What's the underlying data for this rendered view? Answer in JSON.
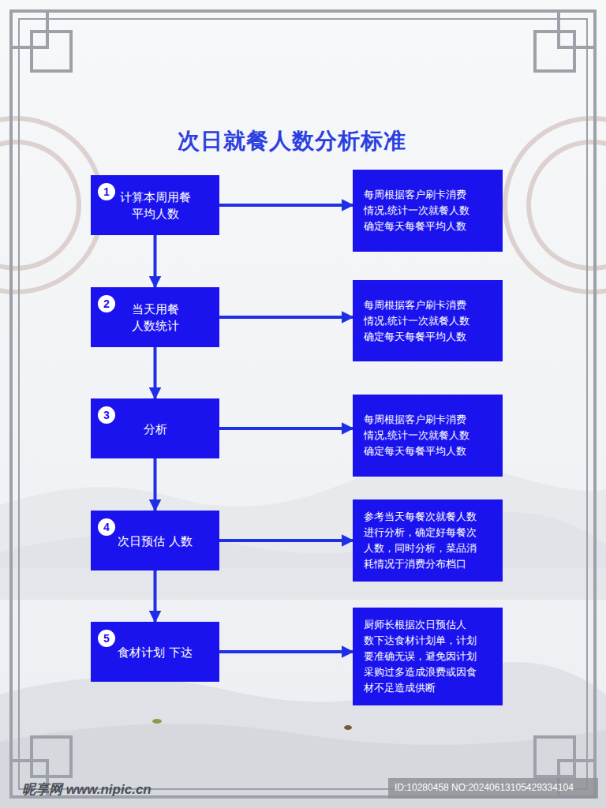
{
  "diagram": {
    "title": "次日就餐人数分析标准",
    "nodes": [
      {
        "text": [
          "1",
          "计算本周用餐 平均人数"
        ]
      },
      {
        "text": [
          "每周根据客户刷卡消费 情况,统计一次就餐人数 确定每天每餐平均人数"
        ]
      },
      {
        "text": [
          "2",
          "当天用餐 人数统计"
        ]
      },
      {
        "text": [
          "每周根据客户刷卡消费 情况,统计一次就餐人数 确定每天每餐平均人数"
        ]
      },
      {
        "text": [
          "3",
          "分析"
        ]
      },
      {
        "text": [
          "每周根据客户刷卡消费 情况,统计一次就餐人数 确定每天每餐平均人数"
        ]
      },
      {
        "text": [
          "4",
          "次日预估 人数"
        ]
      },
      {
        "text": [
          "参考当天每餐次就餐人数 进行分析，确定好每餐次 人数，同时分析，菜品消 耗情况于消费分布档口"
        ]
      },
      {
        "text": [
          "5",
          "食材计划 下达"
        ]
      },
      {
        "text": [
          "厨师长根据次日预估人 数下达食材计划单，计划 要准确无误，避免因计划 采购过多造成浪费或因食 材不足造成供断"
        ]
      }
    ],
    "edges": [
      {
        "from": 0,
        "to": 1,
        "arrow": "to"
      },
      {
        "from": 0,
        "to": 2,
        "arrow": "to"
      },
      {
        "from": 2,
        "to": 3,
        "arrow": "to"
      },
      {
        "from": 2,
        "to": 4,
        "arrow": "to"
      },
      {
        "from": 4,
        "to": 5,
        "arrow": "to"
      },
      {
        "from": 4,
        "to": 6,
        "arrow": "to"
      },
      {
        "from": 6,
        "to": 7,
        "arrow": "to"
      },
      {
        "from": 6,
        "to": 8,
        "arrow": "to"
      },
      {
        "from": 8,
        "to": 9,
        "arrow": "to"
      }
    ],
    "labels": [
      "昵享网 www.nipic.cn",
      "ID:10280458 NO:20240613105429334104"
    ]
  }
}
